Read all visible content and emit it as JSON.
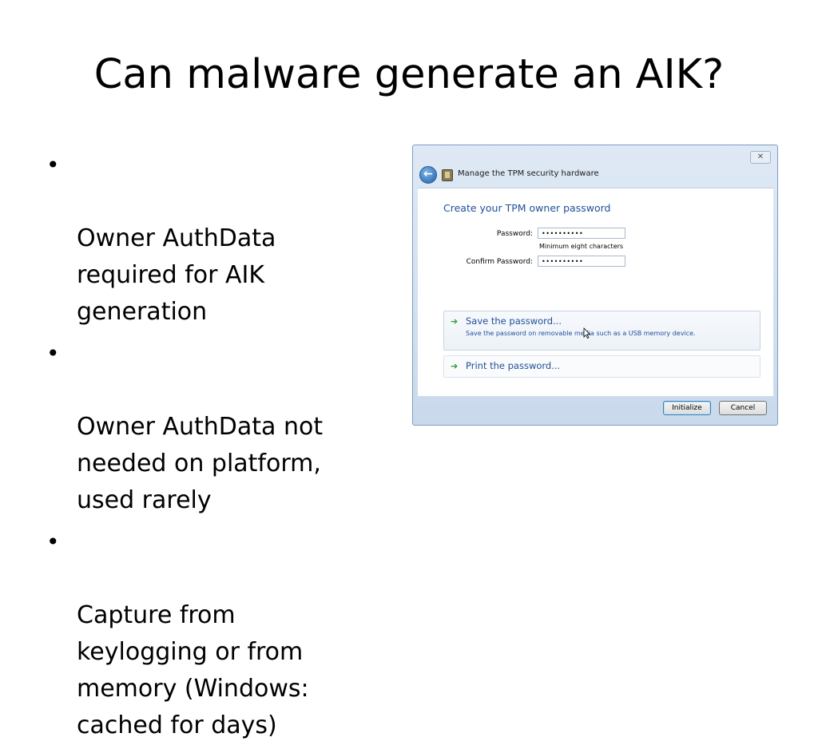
{
  "slide": {
    "title": "Can malware generate an AIK?",
    "bullets": [
      "Owner AuthData\nrequired for AIK\ngeneration",
      "Owner AuthData not\nneeded on platform,\nused rarely",
      "Capture from\nkeylogging or from\nmemory (Windows:\ncached for days)"
    ],
    "bullet_glyph": "•"
  },
  "dialog": {
    "close_glyph": "✕",
    "back_glyph": "←",
    "header_title": "Manage the TPM security hardware",
    "heading": "Create your TPM owner password",
    "password_label": "Password:",
    "password_value": "••••••••••",
    "password_hint": "Minimum eight characters",
    "confirm_label": "Confirm Password:",
    "confirm_value": "••••••••••",
    "save_option": {
      "arrow": "➔",
      "title": "Save the password...",
      "description": "Save the password on removable media such as a USB memory device."
    },
    "print_option": {
      "arrow": "➔",
      "title": "Print the password..."
    },
    "initialize_label": "Initialize",
    "cancel_label": "Cancel"
  },
  "icons": {
    "back": "back-arrow-icon",
    "tpm": "tpm-chip-icon",
    "close": "close-icon",
    "option_arrow": "green-arrow-icon",
    "cursor": "mouse-cursor-icon"
  },
  "colors": {
    "link_blue": "#1e4f99",
    "arrow_green": "#2d9a2d",
    "window_frame": "#c9d9ec"
  }
}
